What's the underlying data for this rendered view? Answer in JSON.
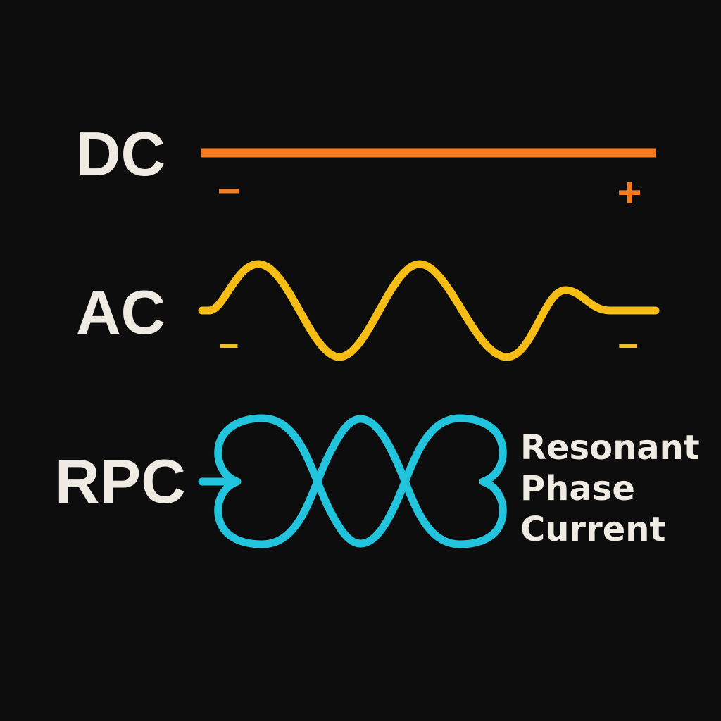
{
  "colors": {
    "background": "#0d0d0d",
    "text": "#efebe3",
    "dc": "#f47a1f",
    "ac": "#f6bd16",
    "rpc": "#22c3dc"
  },
  "rows": {
    "dc": {
      "label": "DC",
      "minus": "−",
      "plus": "+"
    },
    "ac": {
      "label": "AC",
      "minus_left": "−",
      "minus_right": "−"
    },
    "rpc": {
      "label": "RPC",
      "caption": [
        "Resonant",
        "Phase",
        "Current"
      ]
    }
  }
}
